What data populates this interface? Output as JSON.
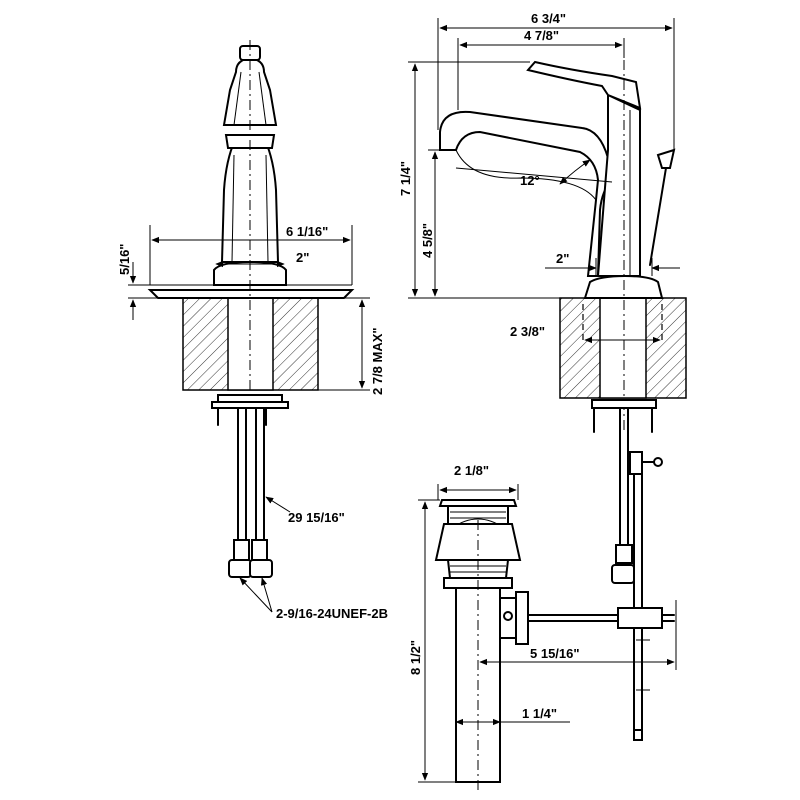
{
  "labels": {
    "overall_width": "6 3/4\"",
    "spout_reach": "4 7/8\"",
    "overall_height": "7 1/4\"",
    "spout_height": "4 5/8\"",
    "spout_angle": "12°",
    "side_body_dia": "2\"",
    "hole_dia": "2 3/8\"",
    "deck_thickness": "5/16\"",
    "deck_plate_width": "6 1/16\"",
    "front_body_dia": "2\"",
    "max_counter_thickness": "2 7/8 MAX\"",
    "supply_length": "29 15/16\"",
    "thread_spec": "2-9/16-24UNEF-2B",
    "drain_flange_dia": "2 1/8\"",
    "drain_length": "8 1/2\"",
    "tailpiece_dia": "1 1/4\"",
    "lift_rod_reach": "5 15/16\""
  },
  "colors": {
    "line": "#000000",
    "background": "#ffffff"
  }
}
